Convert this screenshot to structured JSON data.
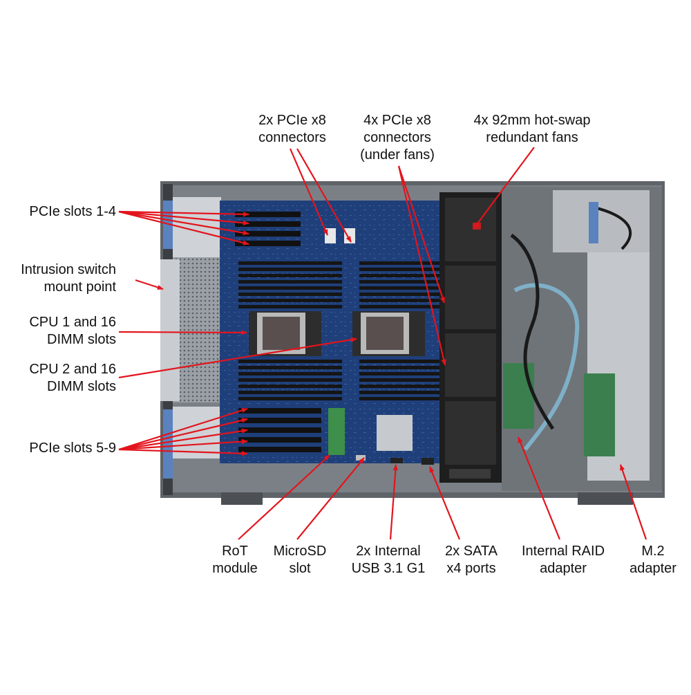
{
  "colors": {
    "arrow": "#e3141c",
    "chassis": "#6d7278",
    "motherboard": "#1f3f7a",
    "fan": "#2a2a2a",
    "dimm": "#151515",
    "heatsink": "#b9b9b9"
  },
  "labels": {
    "pcie_slots_1_4": [
      "PCIe slots 1-4"
    ],
    "intrusion_switch": [
      "Intrusion switch",
      "mount point"
    ],
    "cpu1": [
      "CPU 1 and 16",
      "DIMM slots"
    ],
    "cpu2": [
      "CPU 2 and 16",
      "DIMM slots"
    ],
    "pcie_slots_5_9": [
      "PCIe slots 5-9"
    ],
    "pcie_x8_2x": [
      "2x PCIe x8",
      "connectors"
    ],
    "pcie_x8_4x": [
      "4x PCIe x8",
      "connectors",
      "(under fans)"
    ],
    "fans": [
      "4x 92mm hot-swap",
      "redundant fans"
    ],
    "rot_module": [
      "RoT",
      "module"
    ],
    "microsd": [
      "MicroSD",
      "slot"
    ],
    "usb": [
      "2x Internal",
      "USB 3.1 G1"
    ],
    "sata": [
      "2x SATA",
      "x4 ports"
    ],
    "raid": [
      "Internal RAID",
      "adapter"
    ],
    "m2": [
      "M.2",
      "adapter"
    ]
  }
}
